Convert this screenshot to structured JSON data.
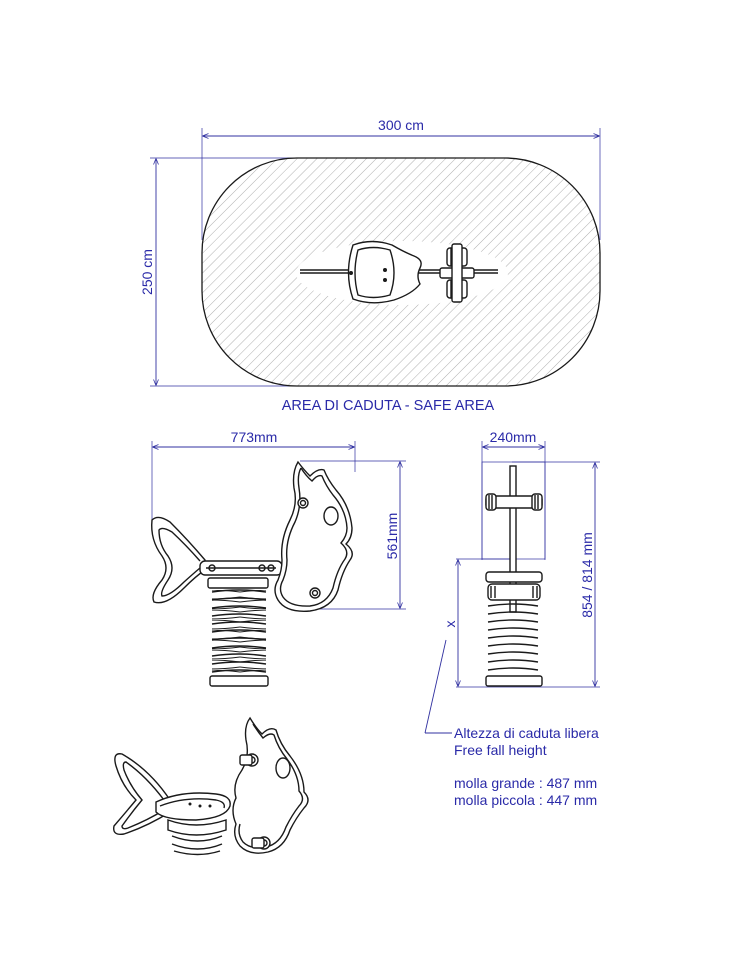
{
  "plan": {
    "width_label": "300 cm",
    "height_label": "250 cm",
    "caption": "AREA DI CADUTA - SAFE AREA"
  },
  "side_view": {
    "length_label": "773mm",
    "height_label": "561mm"
  },
  "front_view": {
    "width_label": "240mm",
    "height_label": "854 / 814 mm",
    "x_label": "x"
  },
  "notes": {
    "fall_height_it": "Altezza di caduta libera",
    "fall_height_en": "Free fall height",
    "spring_large": "molla grande : 487 mm",
    "spring_small": "molla piccola : 447 mm"
  },
  "colors": {
    "annotation": "#2a2aa8",
    "ink": "#1a1a1a"
  }
}
